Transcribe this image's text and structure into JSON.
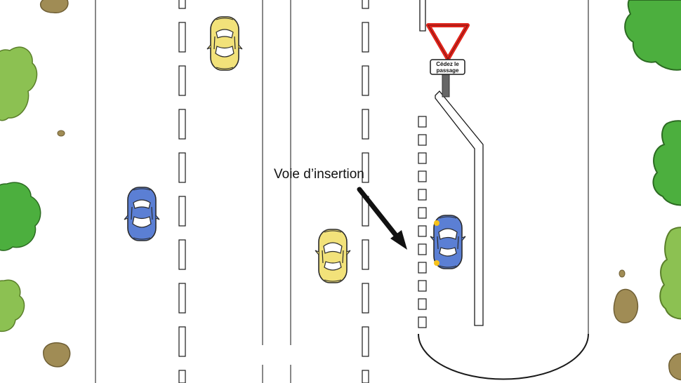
{
  "annotation": {
    "text": "Voie d’insertion"
  },
  "yield_sign": {
    "plate_line1": "Cédez le",
    "plate_line2": "passage",
    "border_color": "#e0241b",
    "icon": "yield-triangle-icon"
  },
  "colors": {
    "road": "#ffffff",
    "line": "#1a1a1a",
    "tree_light": "#8cc152",
    "tree_dark": "#4caf3e",
    "rock": "#a08c55",
    "car_yellow": "#f2e27a",
    "car_blue": "#5b7fd4",
    "blinker": "#f7c21a"
  },
  "vehicles": [
    {
      "name": "yellow-car-top",
      "color": "yellow",
      "heading": "down"
    },
    {
      "name": "blue-car-left",
      "color": "blue",
      "heading": "down"
    },
    {
      "name": "yellow-car-center",
      "color": "yellow",
      "heading": "up"
    },
    {
      "name": "blue-car-merging",
      "color": "blue",
      "heading": "up",
      "blinker_on": true
    }
  ]
}
